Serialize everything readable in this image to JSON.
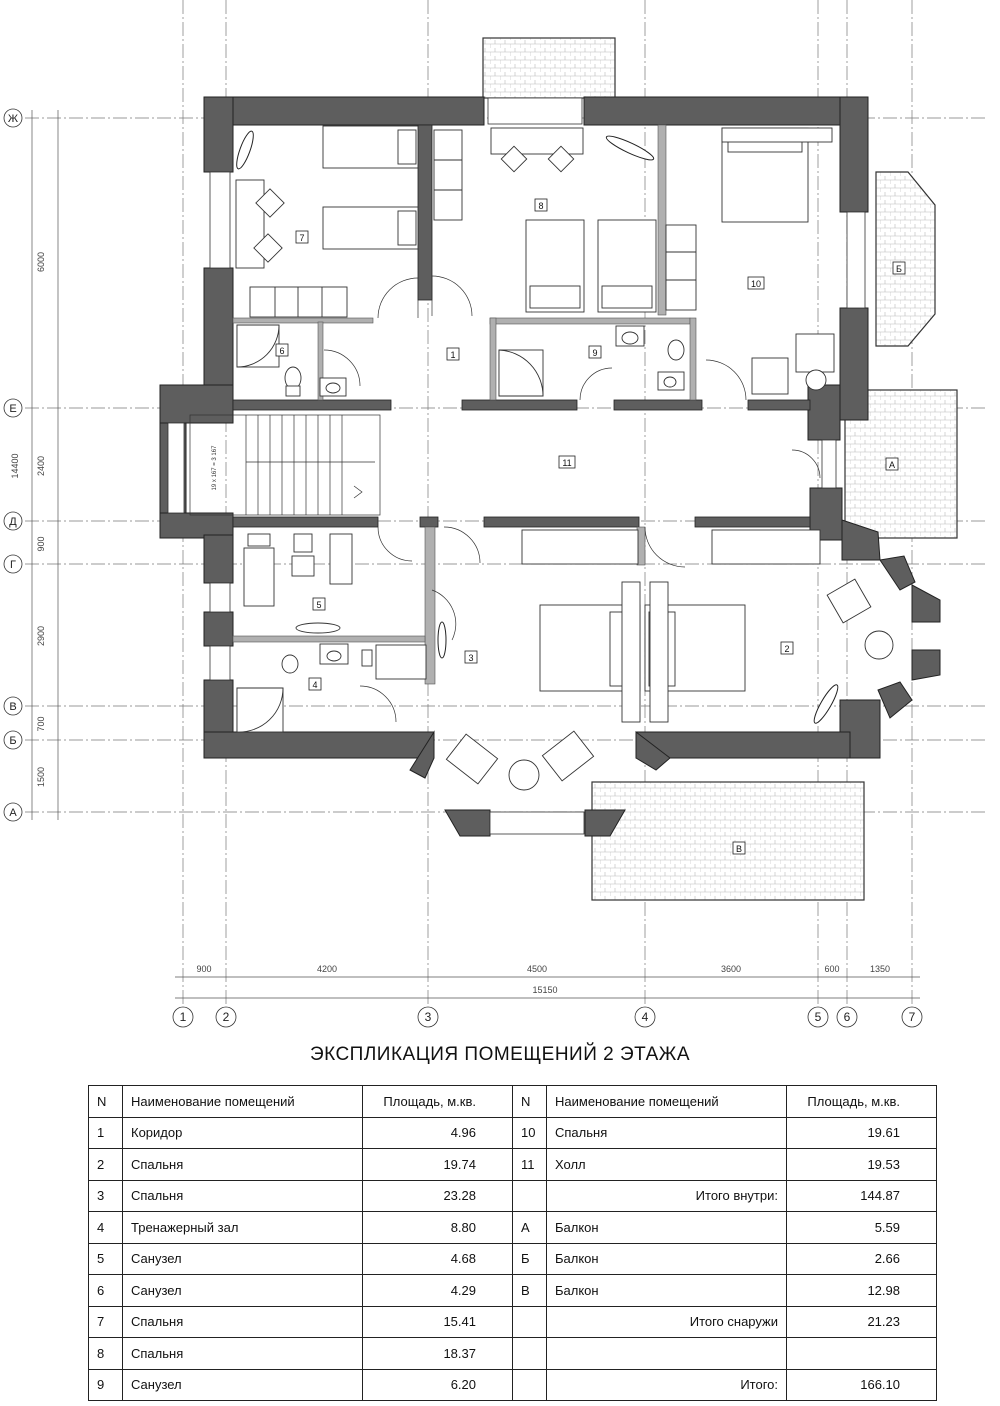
{
  "axis_letters": [
    "Ж",
    "Е",
    "Д",
    "Г",
    "В",
    "Б",
    "А"
  ],
  "axis_numbers": [
    "1",
    "2",
    "3",
    "4",
    "5",
    "6",
    "7"
  ],
  "dims_vertical": [
    "6000",
    "2400",
    "900",
    "2900",
    "700",
    "1500",
    "14400"
  ],
  "dims_horizontal": [
    "900",
    "4200",
    "4500",
    "3600",
    "600",
    "1350"
  ],
  "dim_total": "15150",
  "room_tags": [
    "1",
    "2",
    "3",
    "4",
    "5",
    "6",
    "7",
    "8",
    "9",
    "10",
    "11"
  ],
  "balcony_tags": [
    "А",
    "Б",
    "В"
  ],
  "stair_note": "19 x 167 = 3 167",
  "title": "ЭКСПЛИКАЦИЯ ПОМЕЩЕНИЙ 2 ЭТАЖА",
  "table": {
    "headers": {
      "n": "N",
      "name": "Наименование помещений",
      "area": "Площадь, м.кв."
    },
    "rows": [
      {
        "n": "1",
        "name": "Коридор",
        "area": "4.96",
        "n2": "10",
        "name2": "Спальня",
        "area2": "19.61"
      },
      {
        "n": "2",
        "name": "Спальня",
        "area": "19.74",
        "n2": "11",
        "name2": "Холл",
        "area2": "19.53"
      },
      {
        "n": "3",
        "name": "Спальня",
        "area": "23.28",
        "n2": "",
        "name2": "Итого внутри:",
        "area2": "144.87"
      },
      {
        "n": "4",
        "name": "Тренажерный зал",
        "area": "8.80",
        "n2": "А",
        "name2": "Балкон",
        "area2": "5.59"
      },
      {
        "n": "5",
        "name": "Санузел",
        "area": "4.68",
        "n2": "Б",
        "name2": "Балкон",
        "area2": "2.66"
      },
      {
        "n": "6",
        "name": "Санузел",
        "area": "4.29",
        "n2": "В",
        "name2": "Балкон",
        "area2": "12.98"
      },
      {
        "n": "7",
        "name": "Спальня",
        "area": "15.41",
        "n2": "",
        "name2": "Итого снаружи",
        "area2": "21.23"
      },
      {
        "n": "8",
        "name": "Спальня",
        "area": "18.37",
        "n2": "",
        "name2": "",
        "area2": ""
      },
      {
        "n": "9",
        "name": "Санузел",
        "area": "6.20",
        "n2": "",
        "name2": "Итого:",
        "area2": "166.10"
      }
    ]
  }
}
